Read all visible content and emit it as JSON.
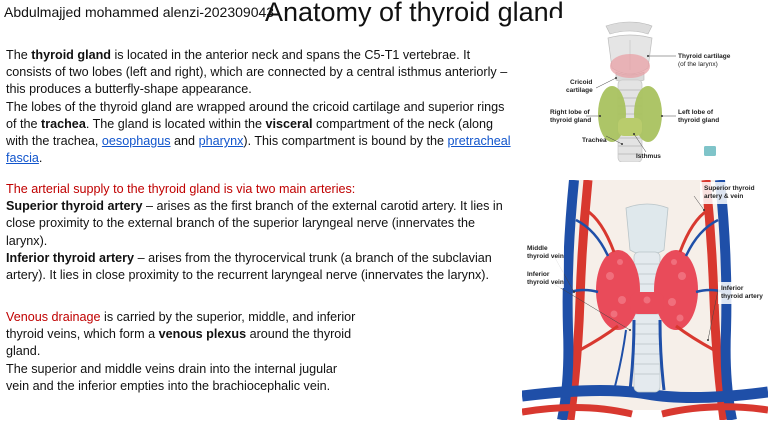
{
  "header": {
    "author": "Abdulmajjed mohammed alenzi-202309043",
    "title": "Anatomy of thyroid gland"
  },
  "paragraph1": {
    "s1_a": "The ",
    "s1_b": "thyroid gland",
    "s1_c": " is located in the anterior neck and spans the C5-T1 vertebrae. It consists of two lobes (left and right), which are connected by a central isthmus anteriorly – this produces a butterfly-shape appearance.",
    "s2_a": "The lobes of the thyroid gland are wrapped around the cricoid cartilage and superior rings of the ",
    "s2_b": "trachea",
    "s2_c": ". The gland is located within the ",
    "s2_d": "visceral",
    "s2_e": " compartment of the neck (along with the trachea, ",
    "link_oesophagus": "oesophagus",
    "s2_f": " and ",
    "link_pharynx": "pharynx",
    "s2_g": "). This compartment is bound by the ",
    "link_fascia": "pretracheal fascia",
    "s2_h": "."
  },
  "arterial": {
    "intro": "The arterial supply to the thyroid gland is via two main arteries:",
    "sup_title": "Superior thyroid artery",
    "sup_text": " – arises as the first branch of the external carotid artery. It lies in close proximity to the external branch of the superior laryngeal nerve (innervates the larynx).",
    "inf_title": "Inferior thyroid artery",
    "inf_text": " – arises from the thyrocervical trunk (a branch of the subclavian artery). It lies in close proximity to the recurrent laryngeal nerve (innervates the larynx)."
  },
  "venous": {
    "intro_red": "Venous drainage",
    "intro_a": " is carried by the superior, middle, and inferior thyroid veins, which form a ",
    "plexus": "venous plexus",
    "intro_b": " around the thyroid gland.",
    "drain": "The superior and middle veins drain into the internal jugular vein and the inferior empties into the brachiocephalic vein."
  },
  "figure1": {
    "labels": {
      "thyroid_cartilage": "Thyroid cartilage",
      "of_larynx": "(of the larynx)",
      "cricoid": "Cricoid",
      "cartilage": "cartilage",
      "right_lobe_1": "Right lobe of",
      "right_lobe_2": "thyroid gland",
      "left_lobe_1": "Left lobe of",
      "left_lobe_2": "thyroid gland",
      "trachea": "Trachea",
      "isthmus": "Isthmus"
    }
  },
  "figure2": {
    "labels": {
      "sup_1": "Superior thyroid",
      "sup_2": "artery & vein",
      "mid_1": "Middle",
      "mid_2": "thyroid vein",
      "infv_1": "Inferior",
      "infv_2": "thyroid vein",
      "infa_1": "Inferior",
      "infa_2": "thyroid artery"
    }
  }
}
